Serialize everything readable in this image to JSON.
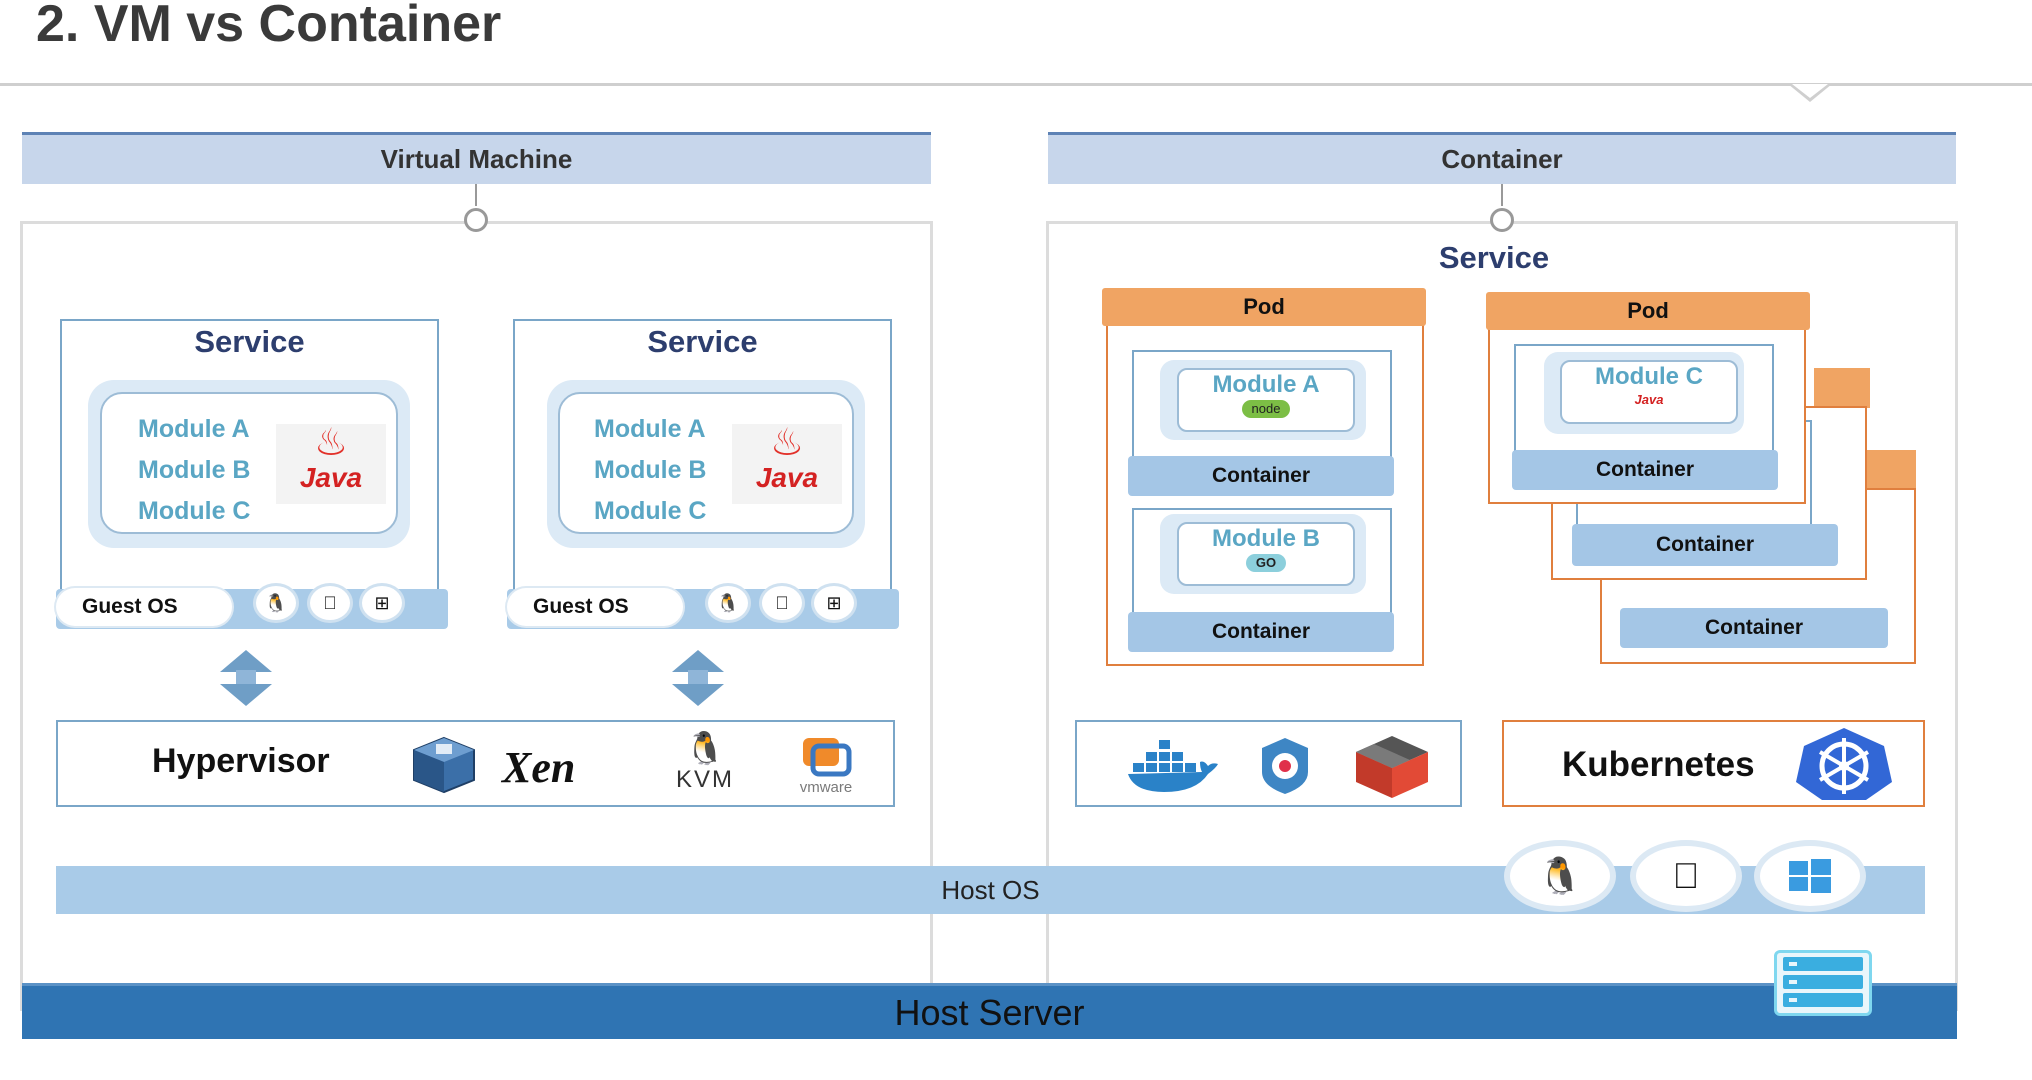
{
  "title": "2. VM vs Container",
  "vm": {
    "header": "Virtual Machine",
    "stacks": [
      {
        "service": "Service",
        "modules": [
          "Module A",
          "Module B",
          "Module C"
        ],
        "java": "Java",
        "guest_os": "Guest OS"
      },
      {
        "service": "Service",
        "modules": [
          "Module A",
          "Module B",
          "Module C"
        ],
        "java": "Java",
        "guest_os": "Guest OS"
      }
    ],
    "hypervisor": {
      "label": "Hypervisor",
      "xen": "Xen",
      "kvm": "KVM",
      "vmware": "vmware"
    }
  },
  "container": {
    "header": "Container",
    "service": "Service",
    "pods": [
      {
        "label": "Pod",
        "containers": [
          {
            "module": "Module A",
            "tech": "node",
            "label": "Container"
          },
          {
            "module": "Module B",
            "tech": "GO",
            "label": "Container"
          }
        ]
      },
      {
        "label": "Pod",
        "containers": [
          {
            "module": "Module C",
            "tech": "Java",
            "label": "Container"
          }
        ]
      }
    ],
    "stacked_containers": [
      "Container",
      "Container"
    ],
    "runtimes": [
      "docker-icon",
      "rkt-icon",
      "lxc-icon"
    ],
    "orchestrator": "Kubernetes"
  },
  "host_os": "Host OS",
  "host_server": "Host Server",
  "os_icons": [
    "linux-icon",
    "apple-icon",
    "windows-icon"
  ]
}
